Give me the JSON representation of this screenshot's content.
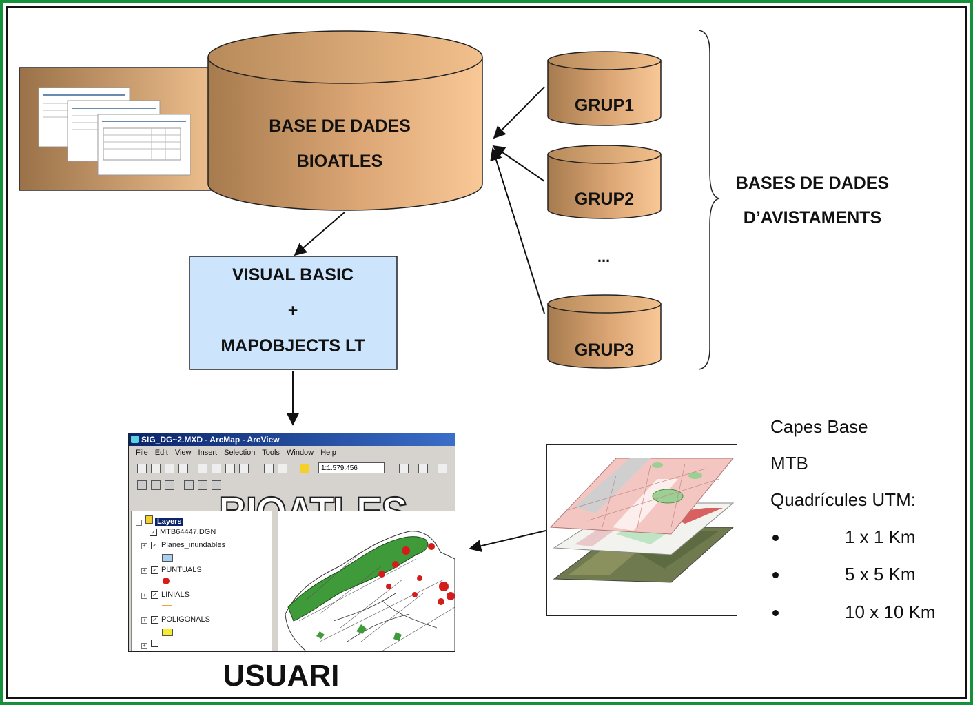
{
  "database": {
    "line1": "BASE DE DADES",
    "line2": "BIOATLES"
  },
  "groups": [
    {
      "label": "GRUP1"
    },
    {
      "label": "GRUP2"
    },
    {
      "label": "GRUP3"
    }
  ],
  "groups_ellipsis": "...",
  "sightings_db": {
    "line1": "BASES DE DADES",
    "line2": "D’AVISTAMENTS"
  },
  "app_box": {
    "line1": "VISUAL BASIC",
    "line2": "+",
    "line3": "MAPOBJECTS LT"
  },
  "user_label": "USUARI",
  "arcmap": {
    "title": "SIG_DG~2.MXD - ArcMap - ArcView",
    "menu": [
      "File",
      "Edit",
      "View",
      "Insert",
      "Selection",
      "Tools",
      "Window",
      "Help"
    ],
    "scale": "1:1.579.456",
    "logo": "BIOATLES",
    "toc_root": "Layers",
    "layers": [
      {
        "name": "MTB64447.DGN",
        "symbol": "none"
      },
      {
        "name": "Planes_inundables",
        "symbol": "#a8d0f0"
      },
      {
        "name": "PUNTUALS",
        "symbol": "#d41c1c"
      },
      {
        "name": "LINIALS",
        "symbol": "#f0a040"
      },
      {
        "name": "POLIGONALS",
        "symbol": "#f4ec2c"
      }
    ]
  },
  "capes": {
    "title": "Capes Base",
    "item1": "MTB",
    "item2": "Quadrícules UTM:",
    "bullets": [
      "1 x 1 Km",
      "5 x 5 Km",
      "10 x 10 Km"
    ]
  },
  "colors": {
    "cylinder_dark": "#a67b4e",
    "cylinder_light": "#f8c896",
    "app_box_fill": "#cce4fc",
    "frame_border": "#14913a"
  }
}
